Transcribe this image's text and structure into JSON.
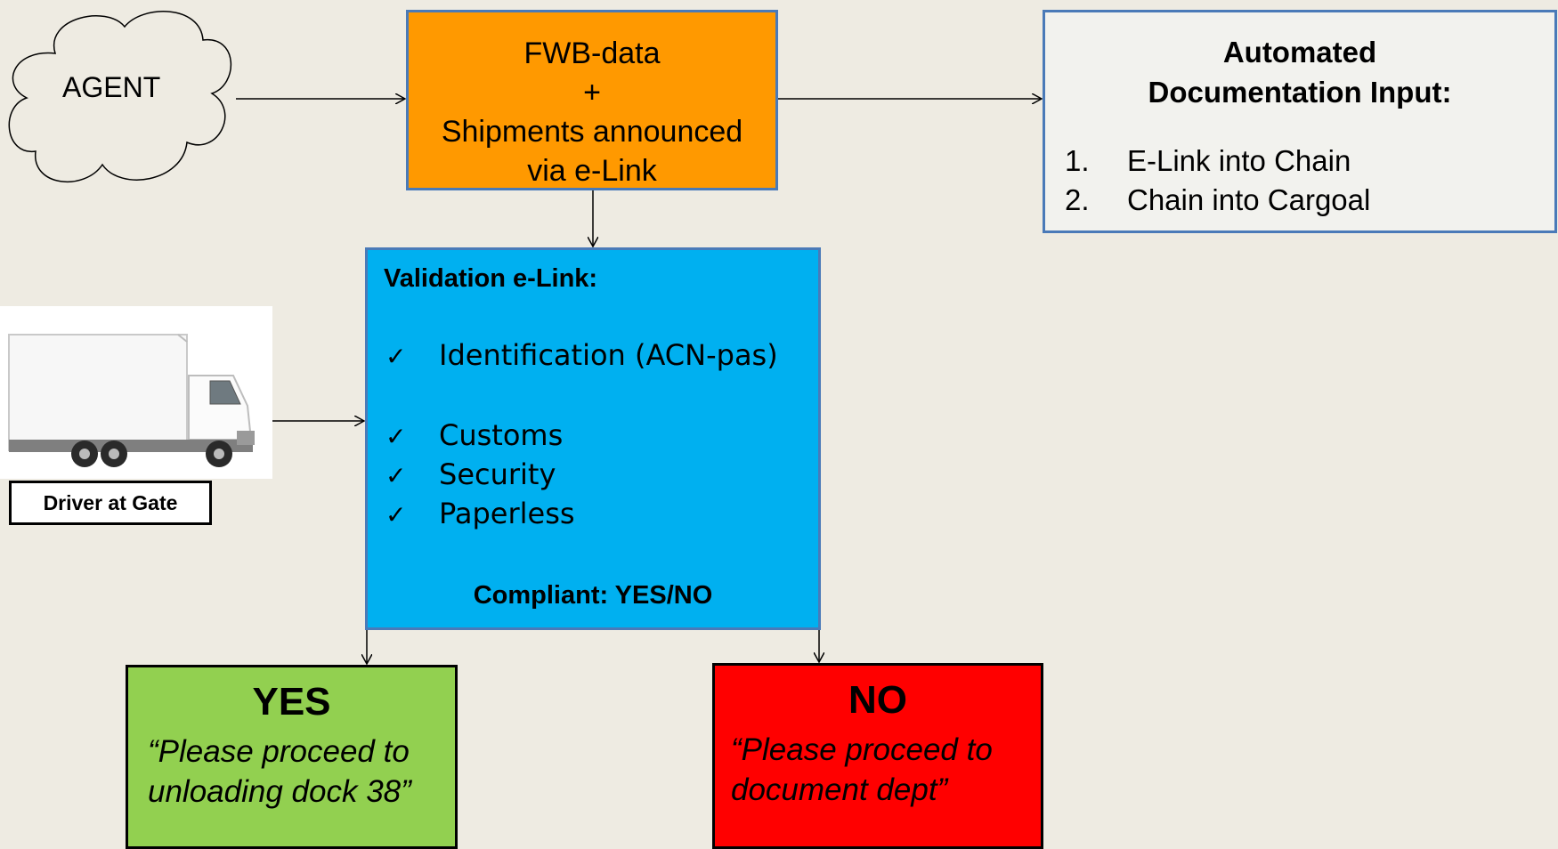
{
  "agent": {
    "label": "AGENT"
  },
  "fwb": {
    "line1": "FWB-data",
    "line2": "+",
    "line3": "Shipments announced",
    "line4": "via e-Link"
  },
  "automated": {
    "title_line1": "Automated",
    "title_line2": "Documentation Input:",
    "items": [
      {
        "num": "1.",
        "text": "E-Link into Chain"
      },
      {
        "num": "2.",
        "text": "Chain into Cargoal"
      }
    ]
  },
  "validation": {
    "title": "Validation e-Link:",
    "checks": [
      "Identification (ACN-pas)",
      "Customs",
      "Security",
      "Paperless"
    ],
    "check_mark": "✓",
    "footer": "Compliant: YES/NO",
    "fill_color": "#00b0f0"
  },
  "driver": {
    "label": "Driver at Gate"
  },
  "yes": {
    "heading": "YES",
    "line1": "“Please proceed to",
    "line2": "unloading dock 38”",
    "fill_color": "#92d050"
  },
  "no": {
    "heading": "NO",
    "line1": "“Please proceed to",
    "line2": "document dept”",
    "fill_color": "#ff0000"
  },
  "colors": {
    "fwb_fill": "#ff9900",
    "box_border": "#4a7ab8",
    "background": "#eeebe2"
  }
}
